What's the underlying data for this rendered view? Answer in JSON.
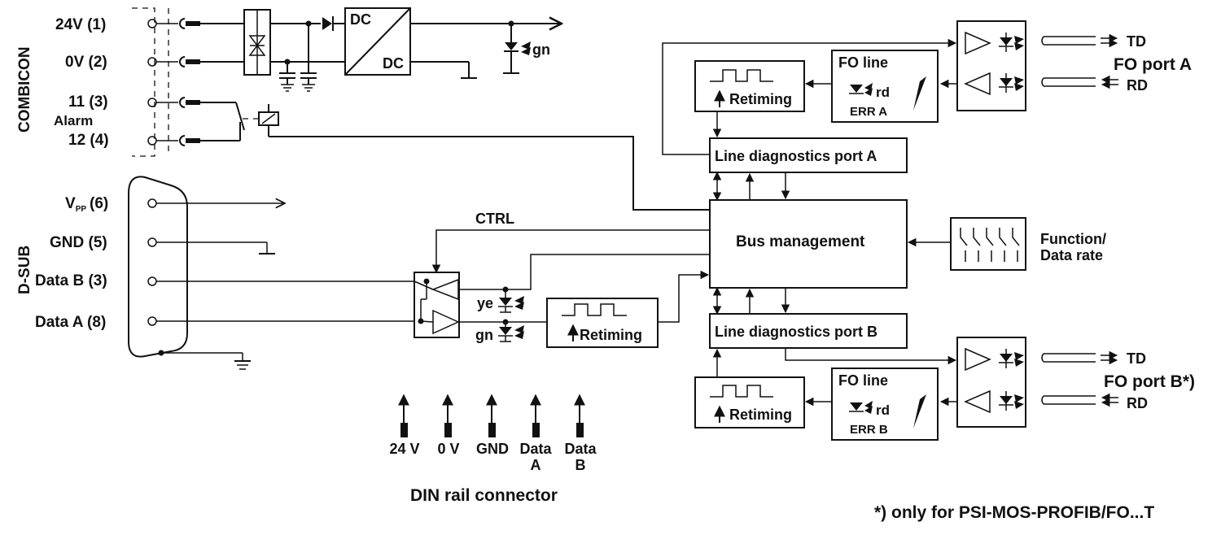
{
  "combicon": {
    "title": "COMBICON",
    "terminals": [
      "24V (1)",
      "0V (2)",
      "11 (3)",
      "12 (4)"
    ],
    "alarm": "Alarm"
  },
  "power": {
    "dc_in": "DC",
    "dc_out": "DC",
    "led_gn": "gn"
  },
  "dsub": {
    "title": "D-SUB",
    "vpp_main": "V",
    "vpp_sub": "PP",
    "vpp_num": "(6)",
    "pins": [
      "GND (5)",
      "Data B (3)",
      "Data A (8)"
    ]
  },
  "ctrl": "CTRL",
  "rs485_leds": {
    "ye": "ye",
    "gn": "gn"
  },
  "retiming": "Retiming",
  "fo_line": {
    "title": "FO line",
    "led": "rd",
    "err_a": "ERR A",
    "err_b": "ERR B"
  },
  "line_diag": {
    "a": "Line diagnostics port A",
    "b": "Line diagnostics port B"
  },
  "bus_management": "Bus management",
  "function": {
    "line1": "Function/",
    "line2": "Data rate"
  },
  "fo_port_a": {
    "title": "FO port A",
    "td": "TD",
    "rd": "RD"
  },
  "fo_port_b": {
    "title": "FO port B*)",
    "td": "TD",
    "rd": "RD"
  },
  "din": {
    "pins": [
      {
        "line1": "24 V",
        "line2": ""
      },
      {
        "line1": "0 V",
        "line2": ""
      },
      {
        "line1": "GND",
        "line2": ""
      },
      {
        "line1": "Data",
        "line2": "A"
      },
      {
        "line1": "Data",
        "line2": "B"
      }
    ],
    "title": "DIN rail connector"
  },
  "footnote": "*) only for PSI-MOS-PROFIB/FO...T"
}
